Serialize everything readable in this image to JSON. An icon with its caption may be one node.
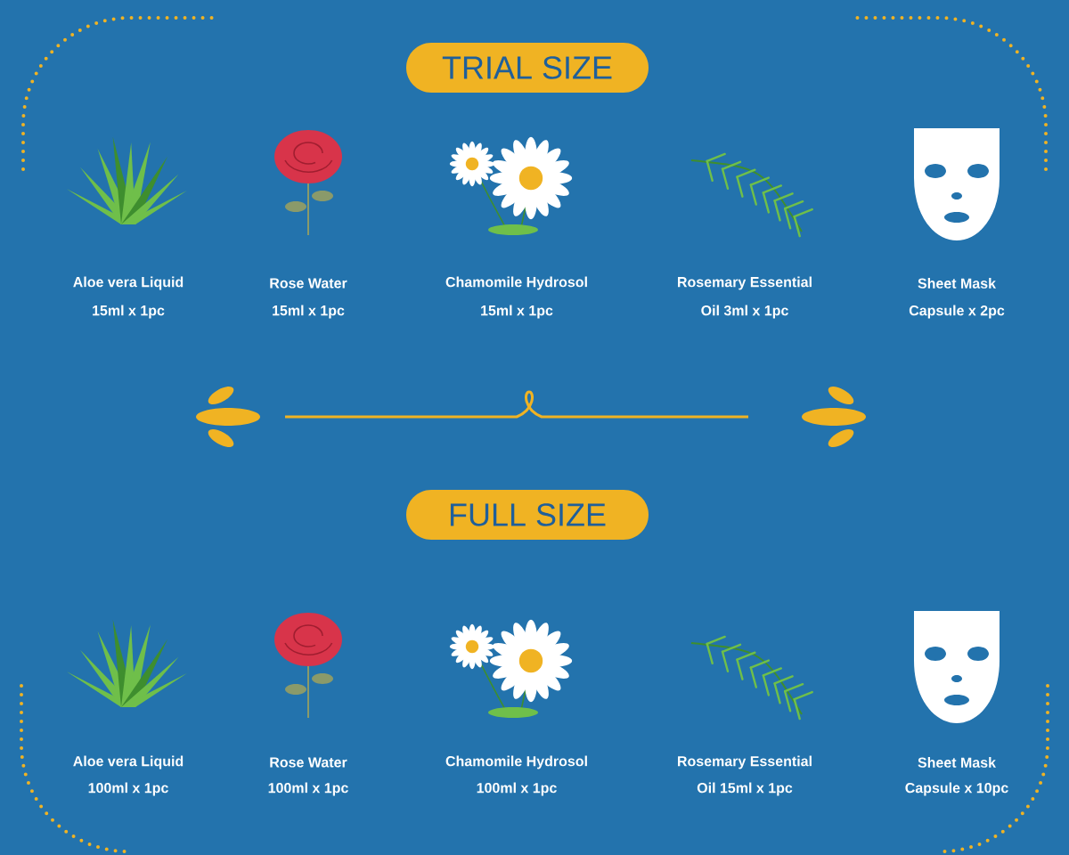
{
  "diagram": {
    "nodes": [
      {
        "text": [
          "TRIAL SIZE"
        ]
      },
      {
        "text": [
          "FULL SIZE"
        ]
      }
    ],
    "labels": [
      "Aloe vera Liquid",
      "Rose Water",
      "Chamomile Hydrosol",
      "Rosemary Essential",
      "Sheet Mask",
      "15ml x 1pc",
      "15ml x 1pc",
      "15ml x 1pc",
      "Oil 3ml x 1pc",
      "Capsule x 2pc",
      "Aloe vera Liquid",
      "Rose Water",
      "Chamomile Hydrosol",
      "Rosemary Essential",
      "Sheet Mask",
      "100ml x 1pc",
      "100ml x 1pc",
      "100ml x 1pc",
      "Oil 15ml x 1pc",
      "Capsule x 10pc"
    ]
  }
}
